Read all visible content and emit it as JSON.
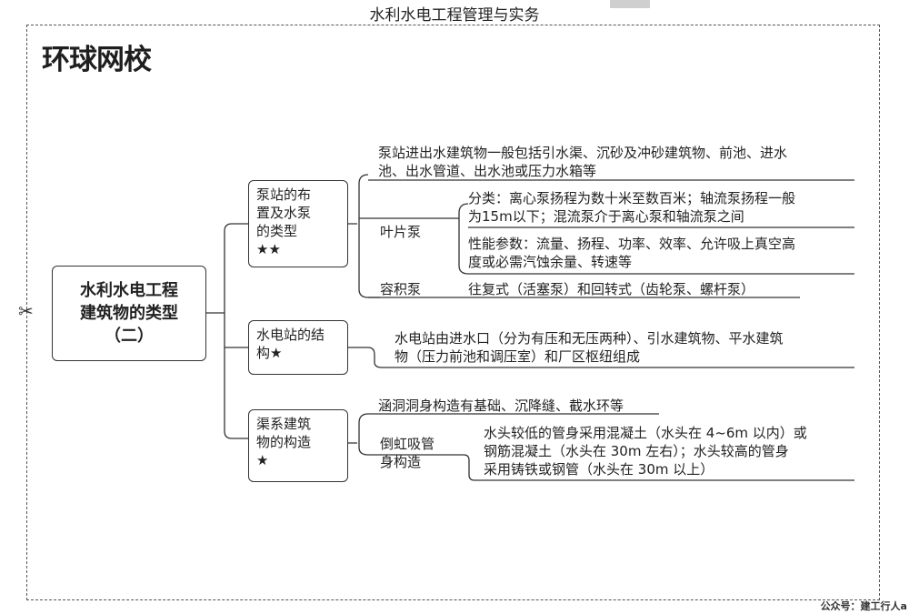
{
  "header": {
    "title": "水利水电工程管理与实务"
  },
  "logo": {
    "text": "环球网校"
  },
  "footer": {
    "text": "公众号：建工行人a"
  },
  "root": {
    "line1": "水利水电工程",
    "line2": "建筑物的类型",
    "line3": "（二）"
  },
  "branches": [
    {
      "label_lines": [
        "泵站的布",
        "置及水泵",
        "的类型",
        "★★"
      ],
      "intro": [
        "泵站进出水建筑物一般包括引水渠、沉砂及冲砂建筑物、前池、进水",
        "池、出水管道、出水池或压力水箱等"
      ],
      "sub1": {
        "label": "叶片泵",
        "items": [
          [
            "分类：离心泵扬程为数十米至数百米；轴流泵扬程一般",
            "为15m以下；混流泵介于离心泵和轴流泵之间"
          ],
          [
            "性能参数：流量、扬程、功率、效率、允许吸上真空高",
            "度或必需汽蚀余量、转速等"
          ]
        ]
      },
      "sub2": {
        "label": "容积泵",
        "text": "往复式（活塞泵）和回转式（齿轮泵、螺杆泵）"
      }
    },
    {
      "label_lines": [
        "水电站的结",
        "构★"
      ],
      "text": [
        "水电站由进水口（分为有压和无压两种）、引水建筑物、平水建筑",
        "物（压力前池和调压室）和厂区枢纽组成"
      ]
    },
    {
      "label_lines": [
        "渠系建筑",
        "物的构造",
        "★"
      ],
      "intro": "涵洞洞身构造有基础、沉降缝、截水环等",
      "sub1": {
        "label_lines": [
          "倒虹吸管",
          "身构造"
        ],
        "text": [
          "水头较低的管身采用混凝土（水头在 4~6m 以内）或",
          "钢筋混凝土（水头在 30m 左右）；水头较高的管身",
          "采用铸铁或钢管（水头在 30m 以上）"
        ]
      }
    }
  ]
}
